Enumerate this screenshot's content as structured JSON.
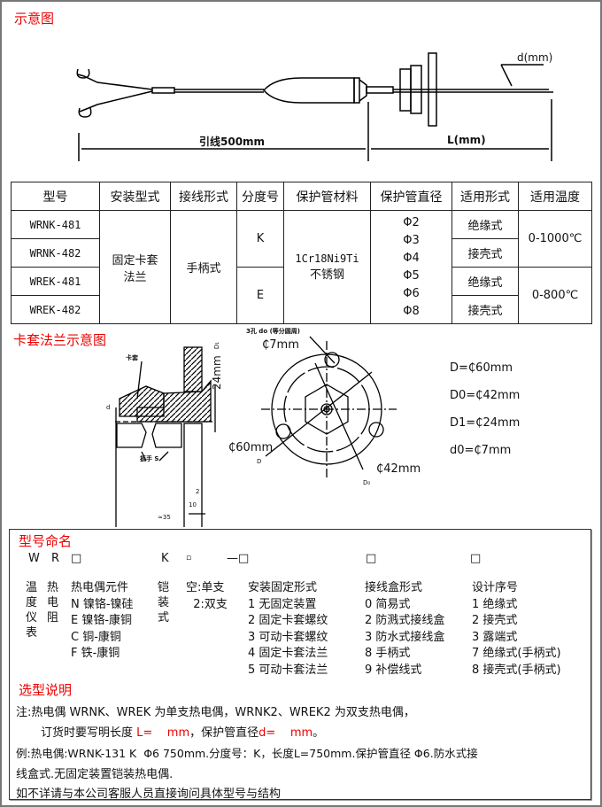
{
  "sections": {
    "diagram": "示意图",
    "flange": "卡套法兰示意图",
    "naming": "型号命名",
    "selection": "选型说明"
  },
  "diagram": {
    "lead": "引线500mm",
    "length": "L(mm)",
    "diameter": "d(mm)"
  },
  "table": {
    "headers": [
      "型号",
      "安装型式",
      "接线形式",
      "分度号",
      "保护管材料",
      "保护管直径",
      "适用形式",
      "适用温度"
    ],
    "models": [
      "WRNK-481",
      "WRNK-482",
      "WREK-481",
      "WREK-482"
    ],
    "install": "固定卡套法兰",
    "wiring": "手柄式",
    "grades": [
      "K",
      "E"
    ],
    "material": [
      "1Cr18Ni9Ti",
      "不锈钢"
    ],
    "diameters": [
      "Φ2",
      "Φ3",
      "Φ4",
      "Φ5",
      "Φ6",
      "Φ8"
    ],
    "forms": [
      "绝缘式",
      "接壳式",
      "绝缘式",
      "接壳式"
    ],
    "temps": [
      "0-1000℃",
      "0-800℃"
    ]
  },
  "flange": {
    "holes": "3孔 do (等分圆周)",
    "d7": "₵7mm",
    "d60": "₵60mm",
    "d42": "₵42mm",
    "h24": "24mm",
    "clamp": "卡套",
    "wrench": "扳手 S",
    "dim2": "2",
    "dim10": "10",
    "dim35": "≈35",
    "labelD": "D",
    "labelD0": "D₀",
    "labeld": "d",
    "labelD1": "D₁",
    "specs": [
      "D=₵60mm",
      "D0=₵42mm",
      "D1=₵24mm",
      "d0=₵7mm"
    ]
  },
  "naming": {
    "codes": [
      "W",
      "R",
      "□",
      "K",
      "▫",
      "—□",
      "□",
      "□"
    ],
    "c1": "温\n度\n仪\n表",
    "c2": "热\n电\n阻",
    "c3": "热电偶元件\nN 镍铬-镍硅\nE 镍铬-康铜\nC 铜-康铜\nF 铁-康铜",
    "c4": "铠\n装\n式",
    "c5": "空:单支\n  2:双支",
    "c6": "安装固定形式\n1 无固定装置\n2 固定卡套螺纹\n3 可动卡套螺纹\n4 固定卡套法兰\n5 可动卡套法兰",
    "c7": "接线盒形式\n0 简易式\n2 防溅式接线盒\n3 防水式接线盒\n8 手柄式\n9 补偿线式",
    "c8": "设计序号\n1 绝缘式\n2 接壳式\n3 露端式\n7 绝缘式(手柄式)\n8 接壳式(手柄式)"
  },
  "notes": {
    "line1": "注:热电偶 WRNK、WREK 为单支热电偶，WRNK2、WREK2 为双支热电偶，",
    "line2a": "订货时要写明长度 ",
    "line2L": "L=    mm",
    "line2b": "，保护管直径",
    "line2d": "d=    mm",
    "line2c": "。",
    "line3": "例:热电偶:WRNK-131 K  Φ6 750mm.分度号：K，长度L=750mm.保护管直径 Φ6.防水式接",
    "line4": "线盒式.无固定装置铠装热电偶.",
    "line5": "如不详请与本公司客服人员直接询问具体型号与结构"
  }
}
